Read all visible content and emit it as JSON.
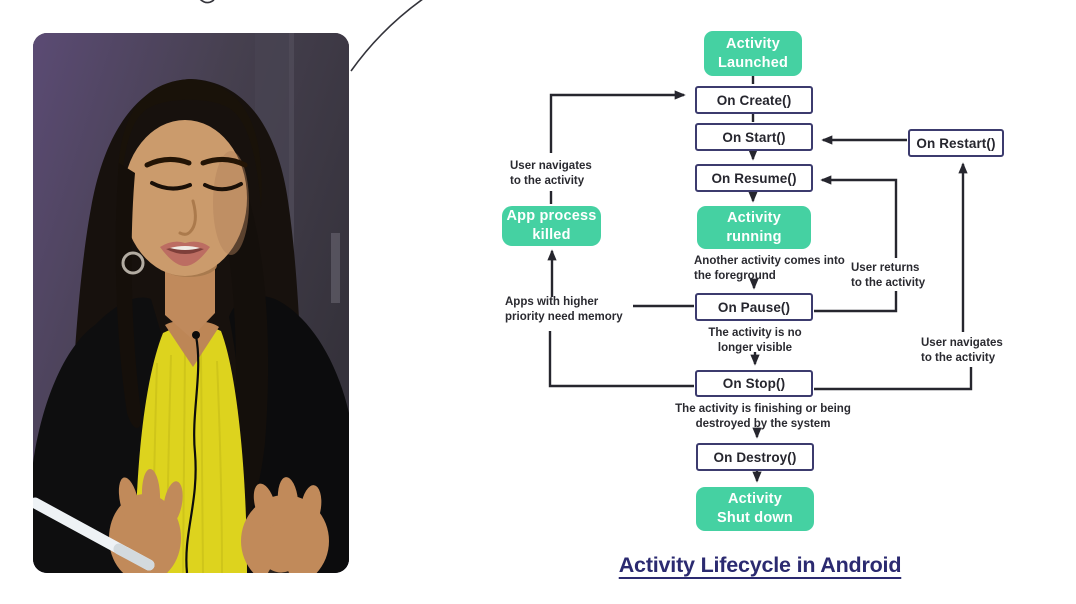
{
  "title": "Activity Lifecycle in Android",
  "colors": {
    "node_green": "#45d1a2",
    "box_border": "#3c3b6e",
    "connector": "#26262e",
    "title_navy": "#2b2a70"
  },
  "diagram": {
    "green_nodes": {
      "activity_launched": "Activity\nLaunched",
      "activity_running": "Activity\nrunning",
      "app_process_killed": "App process\nkilled",
      "activity_shut_down": "Activity\nShut down"
    },
    "callback_nodes": {
      "on_create": "On Create()",
      "on_start": "On Start()",
      "on_resume": "On Resume()",
      "on_pause": "On Pause()",
      "on_stop": "On Stop()",
      "on_destroy": "On Destroy()",
      "on_restart": "On Restart()"
    },
    "edge_labels": {
      "user_navigates_left": "User navigates\nto the activity",
      "apps_priority": "Apps with higher\npriority need memory",
      "another_activity": "Another activity comes into\nthe foreground",
      "not_visible": "The activity is no\nlonger visible",
      "finishing": "The activity is finishing or being\ndestroyed by the system",
      "user_returns": "User returns\nto the activity",
      "user_navigates_right": "User navigates\nto the activity"
    }
  }
}
